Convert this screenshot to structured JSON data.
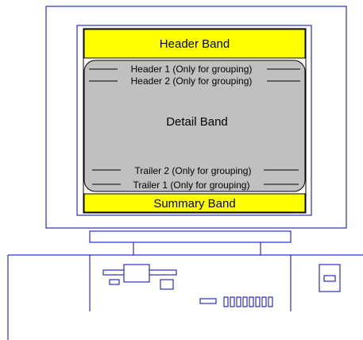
{
  "diagram": {
    "header_band": "Header Band",
    "header1": "Header 1 (Only for grouping)",
    "header2": "Header 2 (Only for grouping)",
    "detail_band": "Detail Band",
    "trailer2": "Trailer 2 (Only for grouping)",
    "trailer1": "Trailer 1 (Only for grouping)",
    "summary_band": "Summary Band"
  },
  "colors": {
    "outline": "#0000c0",
    "band_fill": "#ffff00",
    "detail_fill": "#c0c0c0",
    "text": "#000000"
  }
}
